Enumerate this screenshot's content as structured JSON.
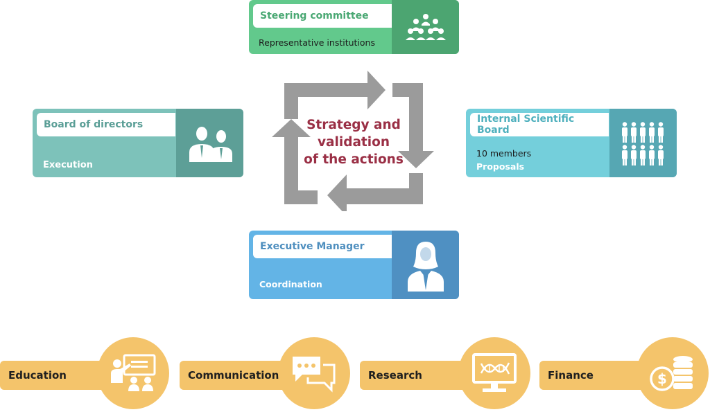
{
  "center": {
    "lines": [
      "Strategy and",
      "validation",
      "of the actions"
    ]
  },
  "steering": {
    "title": "Steering committee",
    "subtitle": "Representative institutions",
    "icon": "group-meeting-icon"
  },
  "board": {
    "title": "Board of directors",
    "subtitle": "Execution",
    "icon": "two-businessmen-icon"
  },
  "internal": {
    "title": "Internal Scientific Board",
    "members": "10 members",
    "subtitle": "Proposals",
    "icon": "ten-people-icon"
  },
  "executive": {
    "title": "Executive Manager",
    "subtitle": "Coordination",
    "icon": "businesswoman-icon"
  },
  "domains": [
    {
      "label": "Education",
      "icon": "teacher-presentation-icon"
    },
    {
      "label": "Communication",
      "icon": "chat-bubbles-icon"
    },
    {
      "label": "Research",
      "icon": "dna-monitor-icon"
    },
    {
      "label": "Finance",
      "icon": "coins-icon"
    }
  ],
  "colors": {
    "steering": "#62c98c",
    "board": "#7dc2ba",
    "internal": "#74cfdb",
    "executive": "#63b4e6",
    "domain": "#f4c46b",
    "center_text": "#9a2f45",
    "arrows": "#9b9b9b"
  }
}
